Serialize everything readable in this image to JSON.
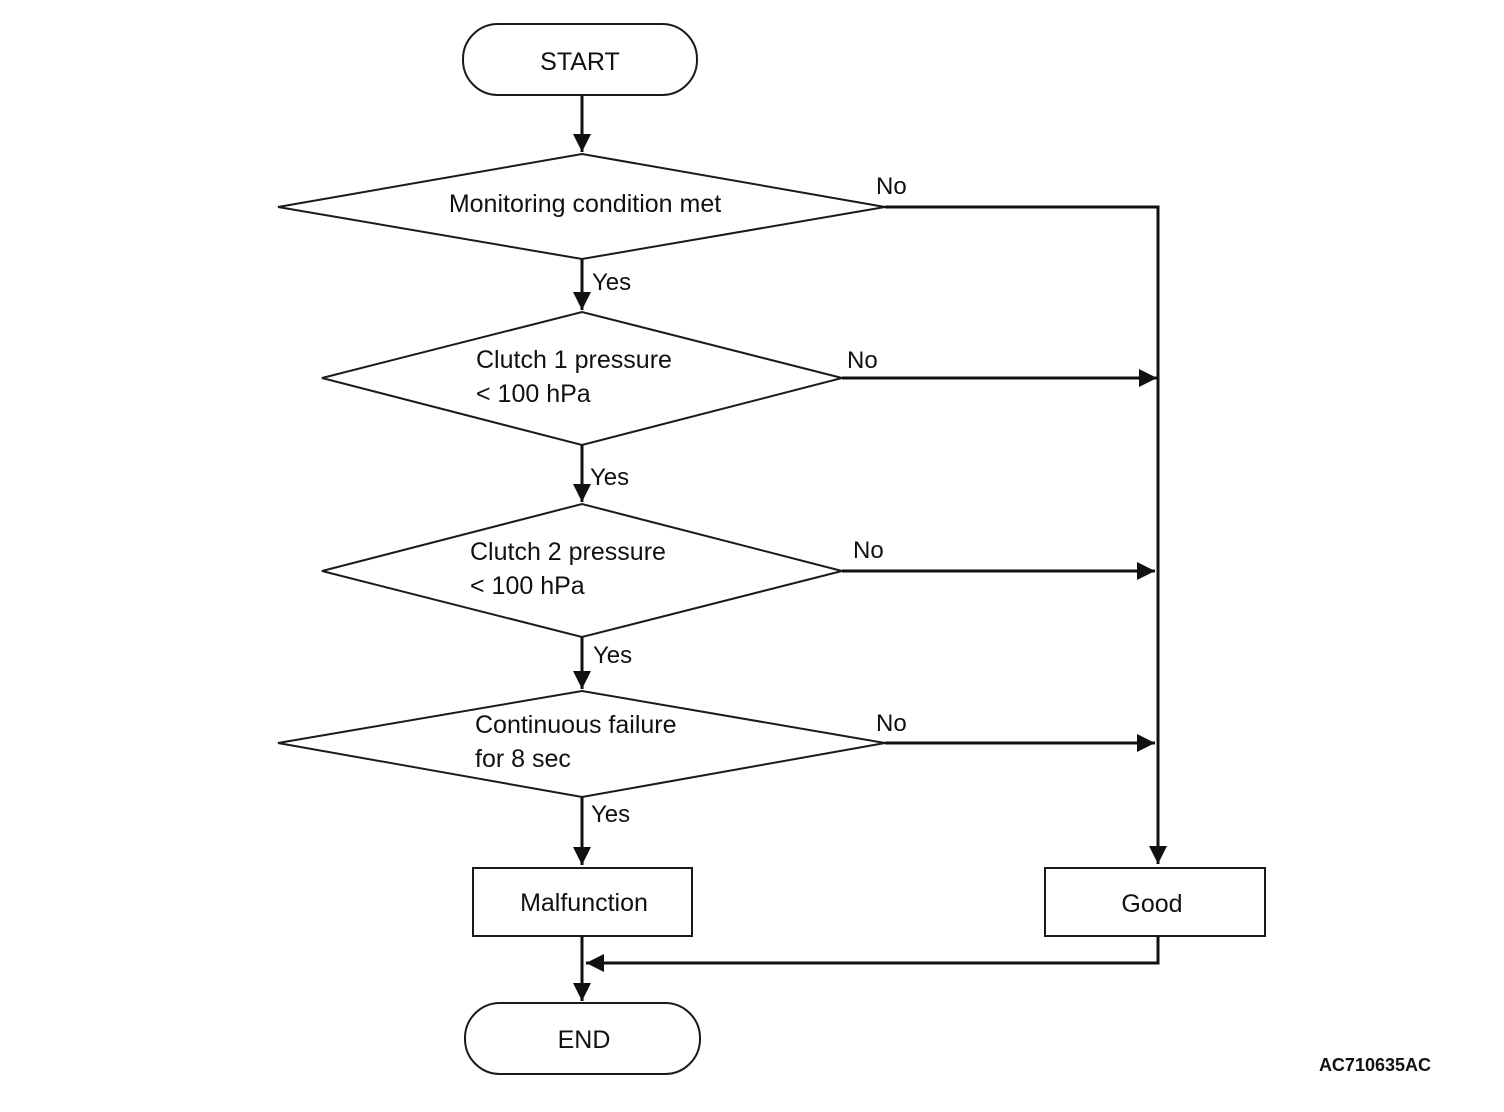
{
  "diagram": {
    "start_label": "START",
    "end_label": "END",
    "decision_1": {
      "line1": "Monitoring condition met"
    },
    "decision_2": {
      "line1": "Clutch 1 pressure",
      "line2": "< 100 hPa"
    },
    "decision_3": {
      "line1": "Clutch 2 pressure",
      "line2": "< 100 hPa"
    },
    "decision_4": {
      "line1": "Continuous failure",
      "line2": "for 8 sec"
    },
    "malfunction_label": "Malfunction",
    "good_label": "Good",
    "yes_label": "Yes",
    "no_label": "No",
    "figure_code": "AC710635AC"
  }
}
